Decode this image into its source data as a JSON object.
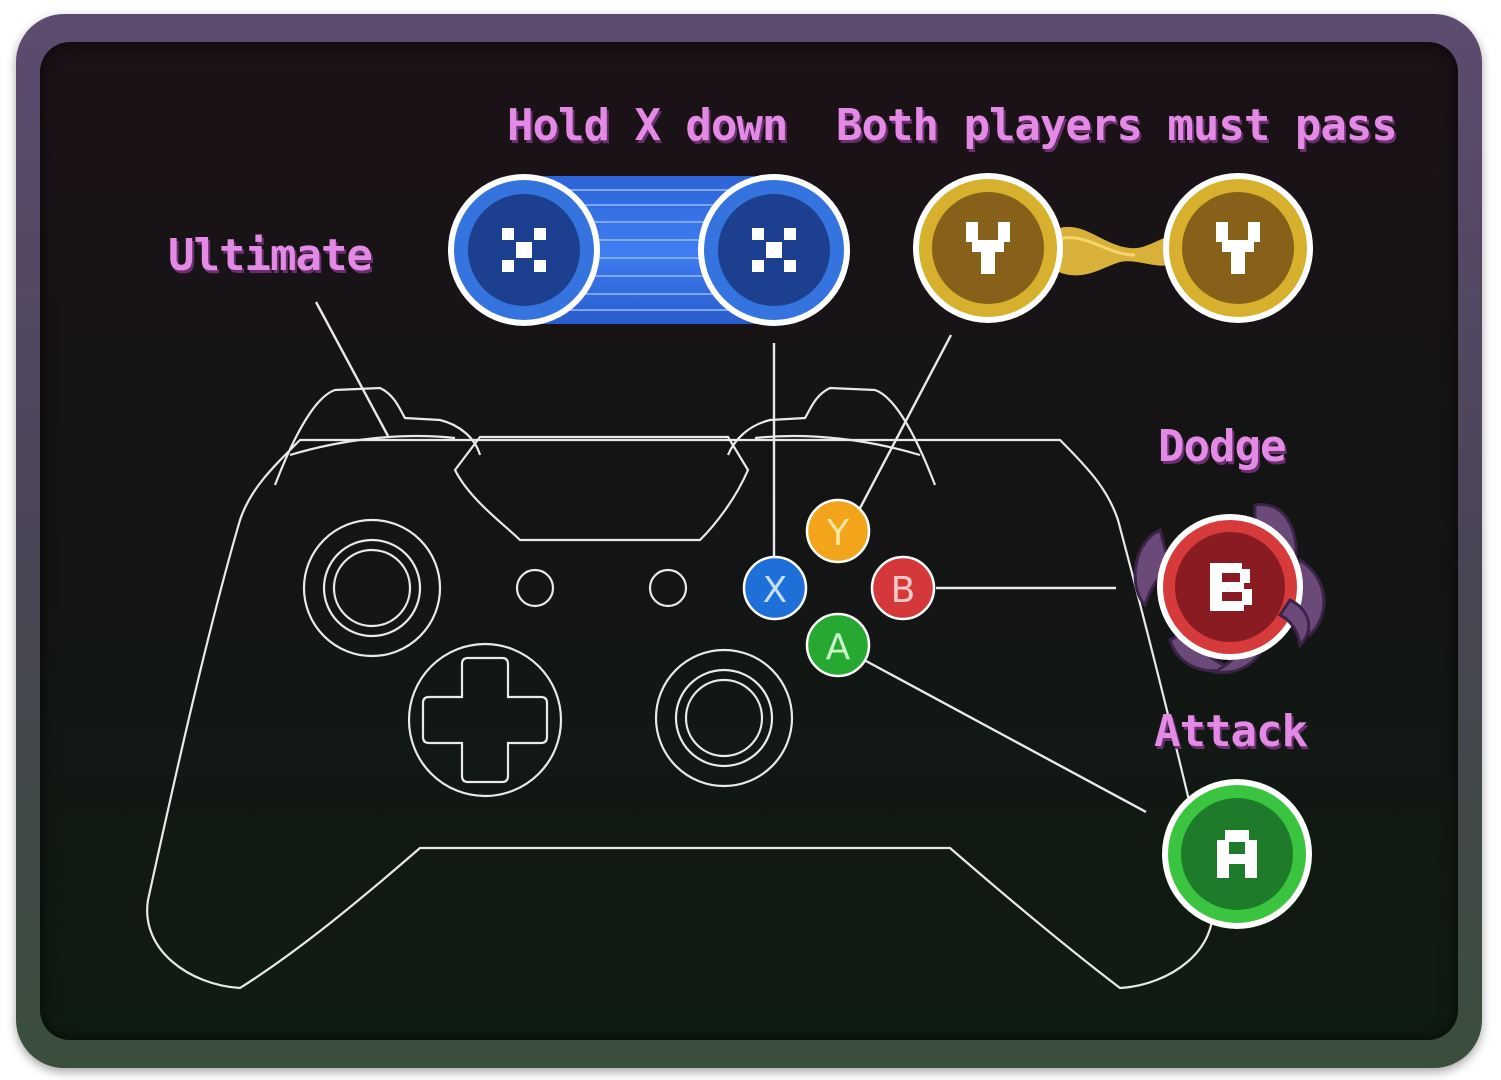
{
  "labels": {
    "ultimate": "Ultimate",
    "hold_x": "Hold X down",
    "both_players": "Both players must pass",
    "dodge": "Dodge",
    "attack": "Attack"
  },
  "controller": {
    "face_buttons": {
      "y": "Y",
      "x": "X",
      "b": "B",
      "a": "A"
    }
  },
  "tokens": {
    "x_token": "X",
    "y_token": "Y",
    "b_token": "B",
    "a_token": "A"
  },
  "colors": {
    "label": "#e38ae4",
    "x_blue": "#1f6fd8",
    "y_gold": "#f0a21a",
    "b_red": "#d53838",
    "a_green": "#27a830"
  },
  "icons": {
    "controller": "gamepad-outline-icon",
    "dpad": "dpad-icon",
    "stick": "thumbstick-icon"
  }
}
